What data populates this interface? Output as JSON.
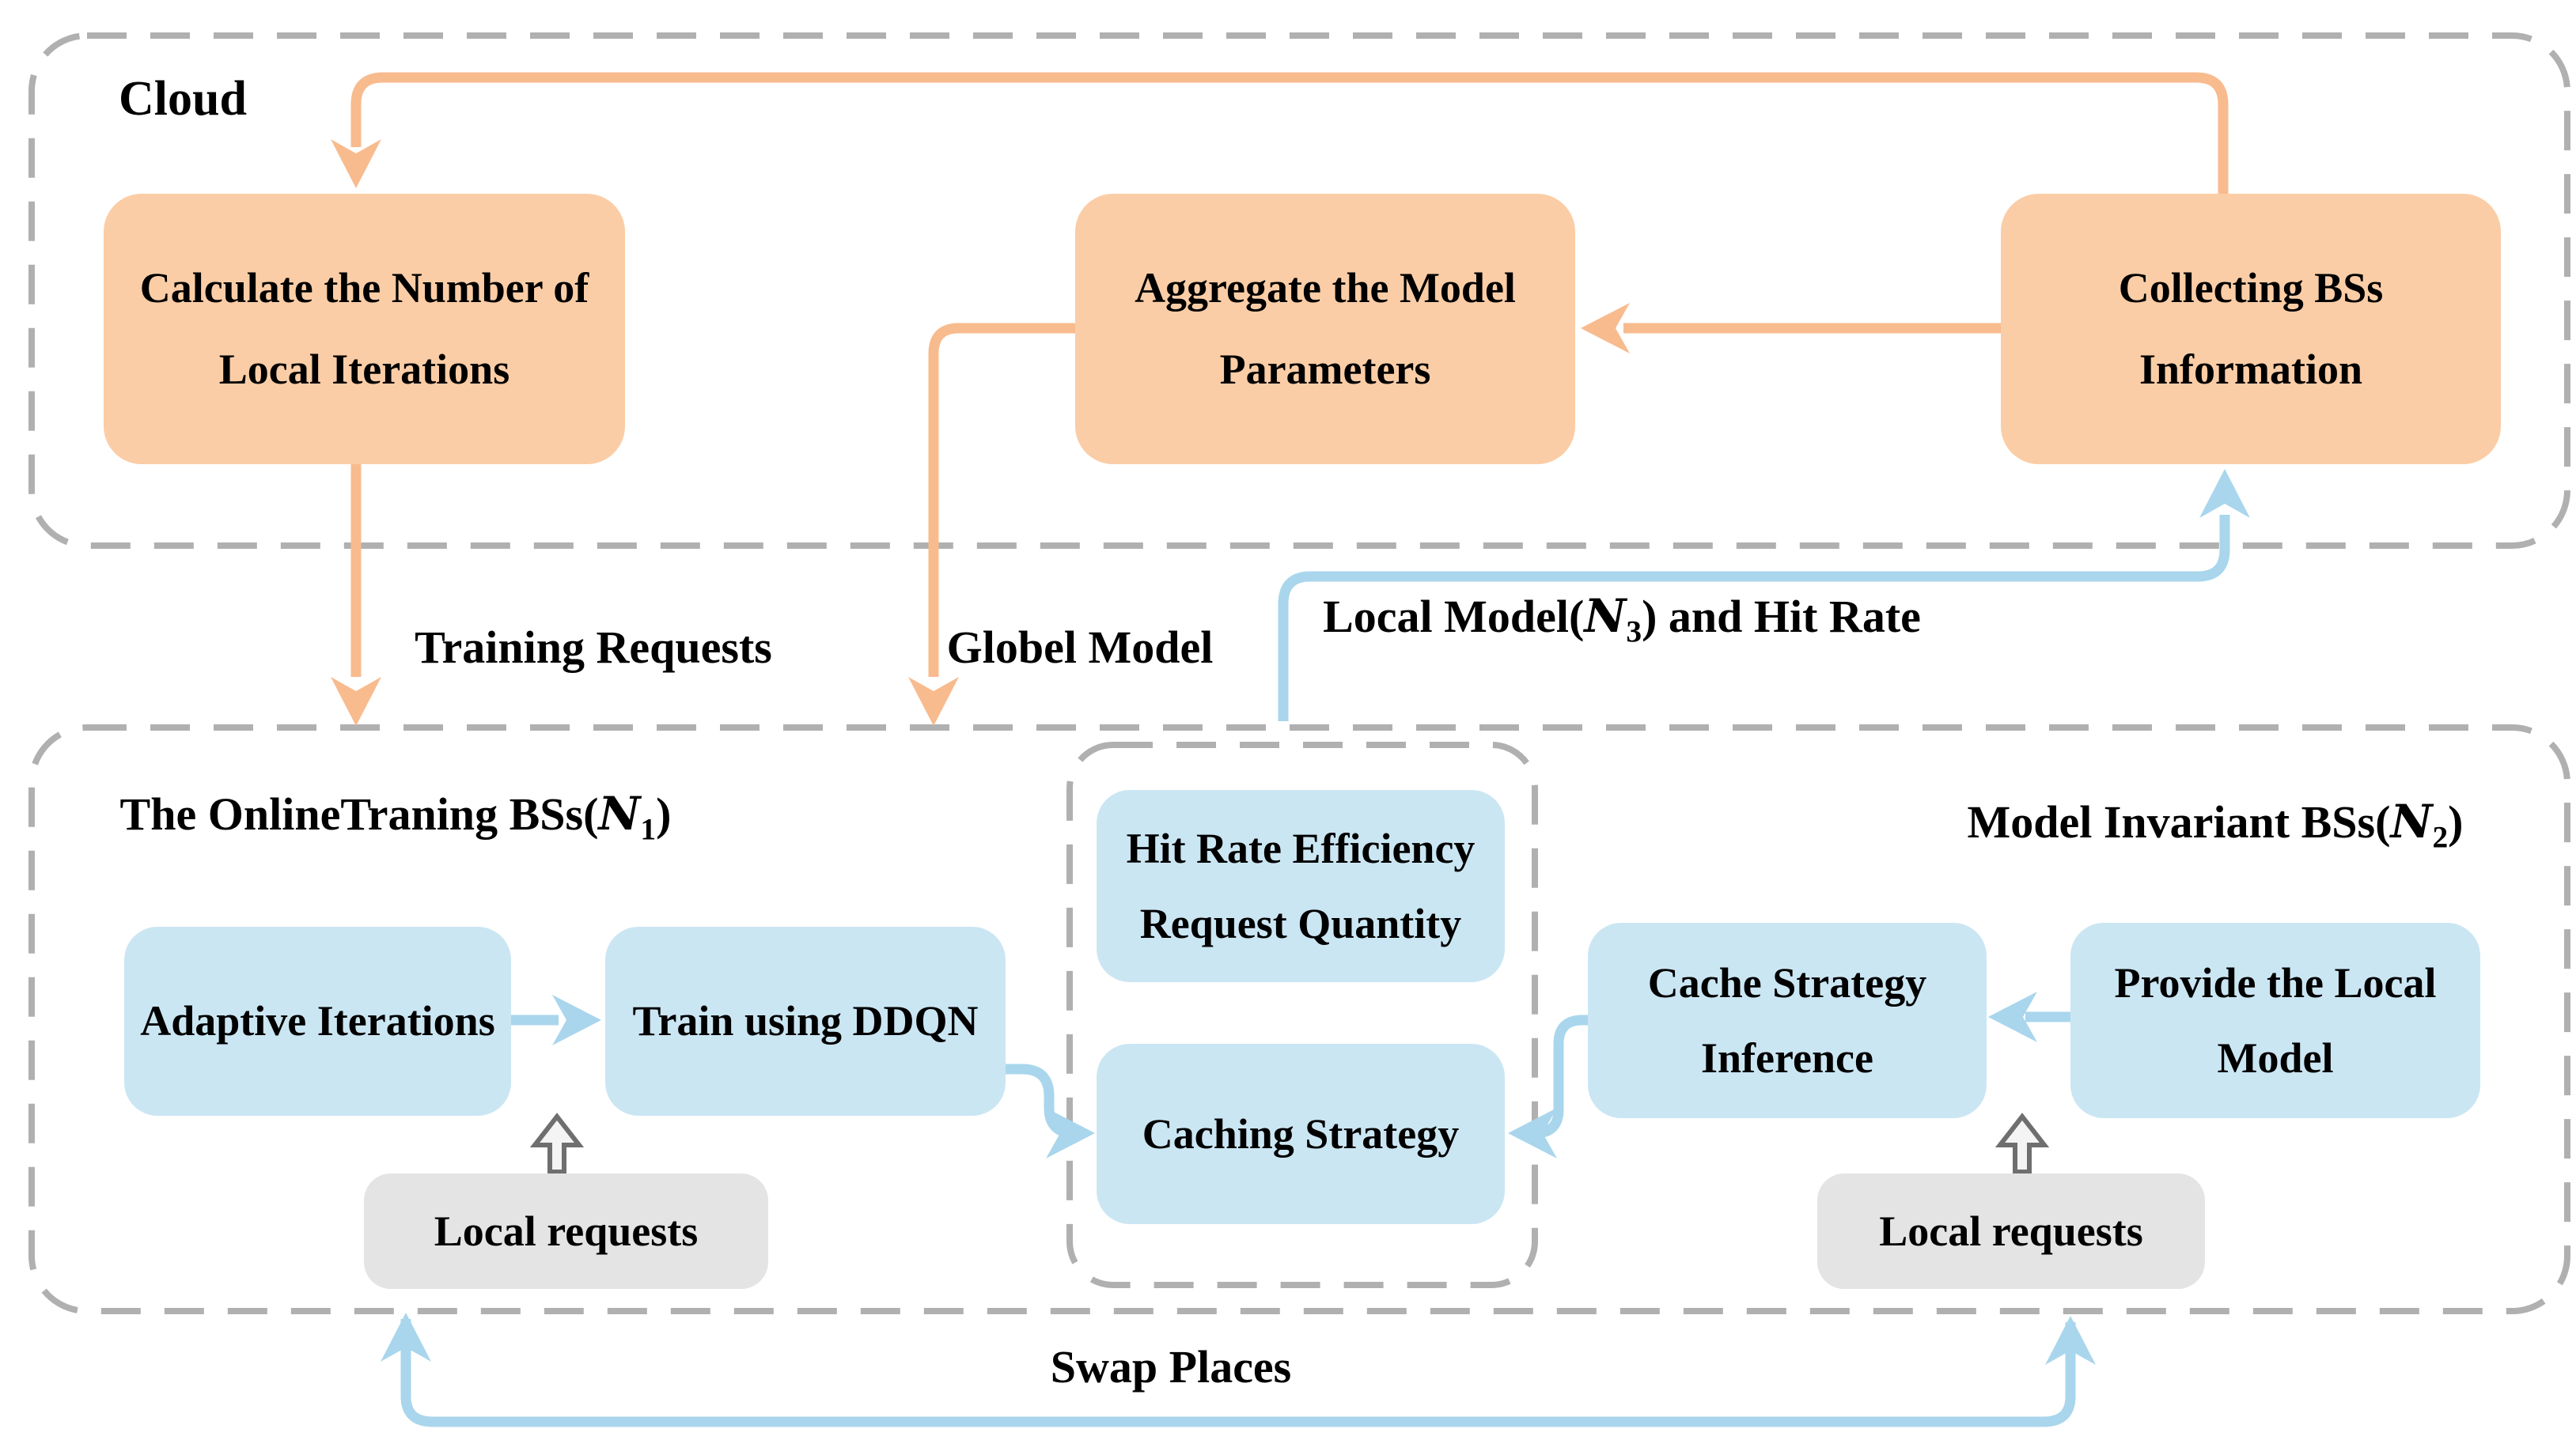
{
  "colors": {
    "orange_fill": "#fbcda6",
    "orange_line": "#f8bb8e",
    "blue_fill": "#cbe6f3",
    "blue_line": "#a9d6ec",
    "gray_fill": "#e4e4e4",
    "dash_gray": "#b0b0b0",
    "text": "#000000"
  },
  "cloud": {
    "label": "Cloud",
    "boxes": {
      "calculate": {
        "line1": "Calculate the Number of",
        "line2": "Local Iterations"
      },
      "aggregate": {
        "line1": "Aggregate the Model",
        "line2": "Parameters"
      },
      "collecting": {
        "line1": "Collecting BSs",
        "line2": "Information"
      }
    }
  },
  "labels": {
    "training_requests": "Training Requests",
    "globel_model": "Globel Model",
    "local_model": {
      "prefix": "Local Model(",
      "var": "N",
      "sub": "3",
      "suffix": ") and Hit Rate"
    },
    "swap_places": "Swap Places"
  },
  "online_training": {
    "heading": {
      "prefix": "The OnlineTraning BSs(",
      "var": "N",
      "sub": "1",
      "suffix": ")"
    },
    "boxes": {
      "adaptive": "Adaptive Iterations",
      "train": "Train using DDQN",
      "local_requests": "Local requests"
    }
  },
  "middle": {
    "boxes": {
      "hit_rate": {
        "line1": "Hit Rate Efficiency",
        "line2": "Request Quantity"
      },
      "caching": "Caching Strategy"
    }
  },
  "model_invariant": {
    "heading": {
      "prefix": "Model Invariant BSs(",
      "var": "N",
      "sub": "2",
      "suffix": ")"
    },
    "boxes": {
      "cache": {
        "line1": "Cache Strategy",
        "line2": "Inference"
      },
      "provide": {
        "line1": "Provide the Local",
        "line2": "Model"
      },
      "local_requests": "Local requests"
    }
  }
}
